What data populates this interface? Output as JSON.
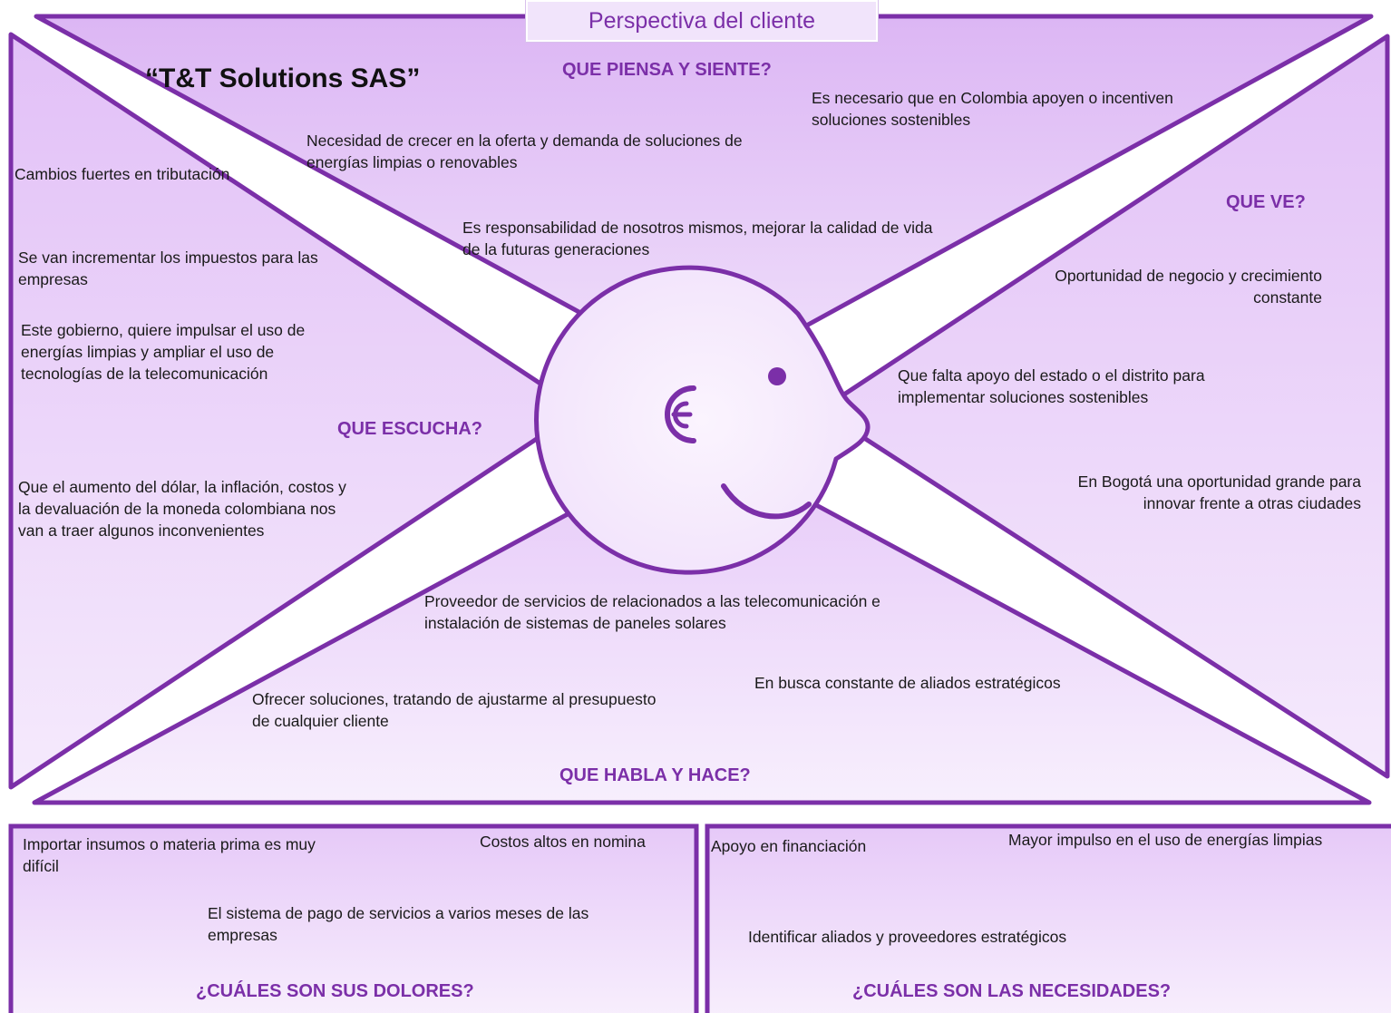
{
  "header": {
    "tab_title": "Perspectiva del cliente",
    "company": "“T&T Solutions SAS”"
  },
  "colors": {
    "accent": "#7b2fa8",
    "panel_top": "#e2bff6",
    "panel_bottom": "#f3e6fb",
    "divider": "#ffffff"
  },
  "icons": [
    "face-icon",
    "eye-icon",
    "euro-icon",
    "smile-icon"
  ],
  "sections": {
    "piensa": {
      "heading": "QUE PIENSA Y SIENTE?",
      "notes": [
        "Es necesario que en Colombia apoyen o incentiven\nsoluciones sostenibles",
        "Necesidad de crecer en la oferta y demanda de soluciones de\nenergías limpias o renovables",
        "Es responsabilidad de nosotros mismos, mejorar la calidad de vida\nde la futuras generaciones"
      ]
    },
    "ve": {
      "heading": "QUE VE?",
      "notes": [
        "Oportunidad de negocio y crecimiento\nconstante",
        "Que falta apoyo del estado o el distrito para\nimplementar soluciones sostenibles",
        "En Bogotá una oportunidad grande para\ninnovar frente a otras ciudades"
      ]
    },
    "escucha": {
      "heading": "QUE ESCUCHA?",
      "notes": [
        "Cambios fuertes en tributación",
        "Se van incrementar los impuestos para las\nempresas",
        "Este gobierno, quiere impulsar el uso de\nenergías limpias y ampliar el uso de\ntecnologías de la telecomunicación",
        "Que el aumento del dólar,  la inflación, costos y\nla devaluación de la moneda colombiana nos\nvan a traer  algunos inconvenientes"
      ]
    },
    "habla": {
      "heading": "QUE HABLA Y HACE?",
      "notes": [
        "Proveedor de servicios de relacionados a las telecomunicación e\ninstalación de sistemas de paneles solares",
        "En busca constante de aliados estratégicos",
        "Ofrecer soluciones, tratando de ajustarme al presupuesto\nde cualquier cliente"
      ]
    },
    "dolores": {
      "heading": "¿CUÁLES SON SUS DOLORES?",
      "notes": [
        "Importar insumos o materia prima es muy\ndifícil",
        "Costos altos en nomina",
        "El sistema de pago de servicios a varios meses de las\nempresas"
      ]
    },
    "necesidades": {
      "heading": "¿CUÁLES SON LAS NECESIDADES?",
      "notes": [
        "Apoyo en financiación",
        "Mayor impulso en el uso de energías limpias",
        "Identificar aliados y proveedores estratégicos"
      ]
    }
  }
}
